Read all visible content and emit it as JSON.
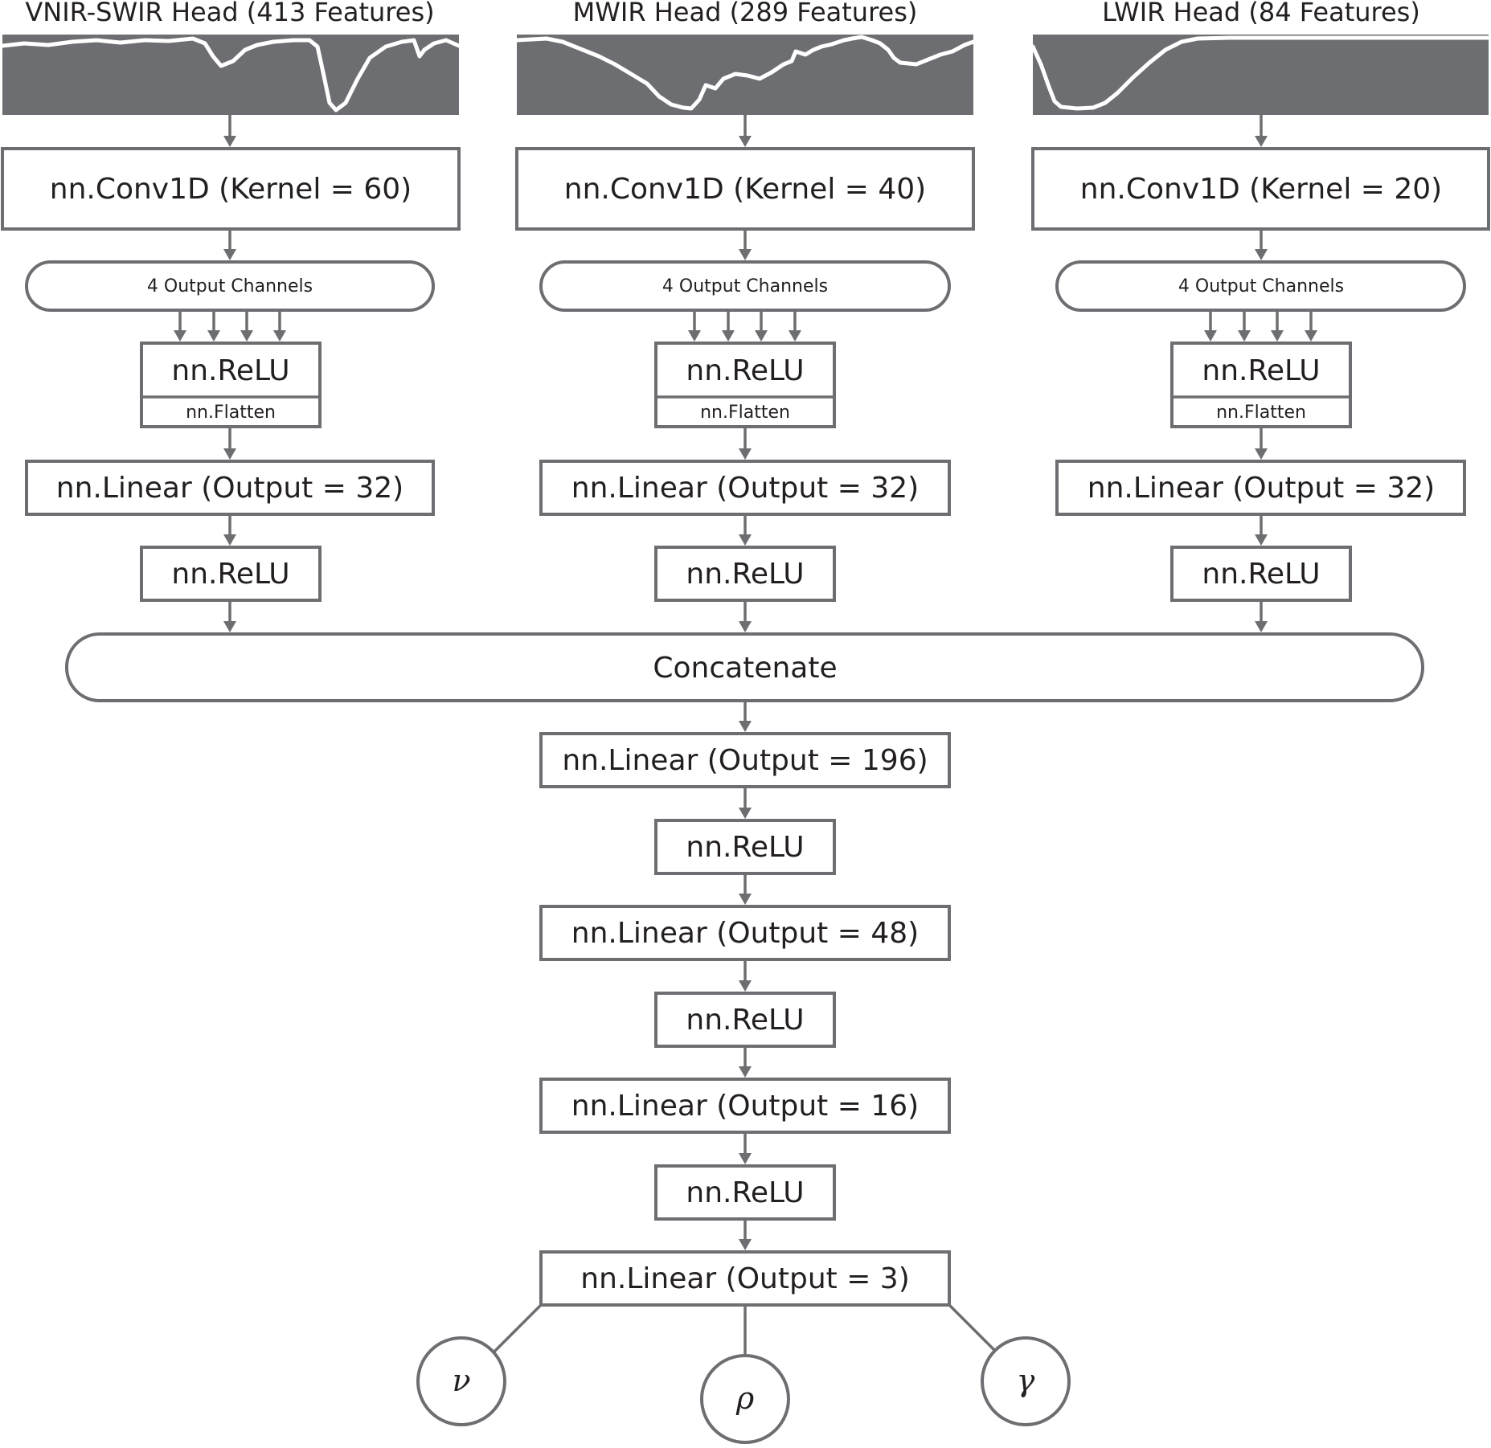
{
  "heads": [
    {
      "title": "VNIR-SWIR Head (413 Features)",
      "conv": "nn.Conv1D (Kernel = 60)",
      "channels": "4 Output Channels",
      "relu": "nn.ReLU",
      "flatten": "nn.Flatten",
      "linear": "nn.Linear (Output = 32)",
      "relu2": "nn.ReLU"
    },
    {
      "title": "MWIR Head (289 Features)",
      "conv": "nn.Conv1D (Kernel = 40)",
      "channels": "4 Output Channels",
      "relu": "nn.ReLU",
      "flatten": "nn.Flatten",
      "linear": "nn.Linear (Output = 32)",
      "relu2": "nn.ReLU"
    },
    {
      "title": "LWIR Head (84 Features)",
      "conv": "nn.Conv1D (Kernel = 20)",
      "channels": "4 Output Channels",
      "relu": "nn.ReLU",
      "flatten": "nn.Flatten",
      "linear": "nn.Linear (Output = 32)",
      "relu2": "nn.ReLU"
    }
  ],
  "concatenate": "Concatenate",
  "trunk": {
    "linear1": "nn.Linear (Output = 196)",
    "relu1": "nn.ReLU",
    "linear2": "nn.Linear (Output = 48)",
    "relu2": "nn.ReLU",
    "linear3": "nn.Linear (Output = 16)",
    "relu3": "nn.ReLU",
    "linear4": "nn.Linear (Output = 3)"
  },
  "outputs": [
    "ν",
    "ρ",
    "γ"
  ],
  "colors": {
    "stroke": "#6d6e71",
    "text": "#231f20",
    "spectrum_fill": "#6d6e71",
    "spectrum_line": "#ffffff"
  }
}
